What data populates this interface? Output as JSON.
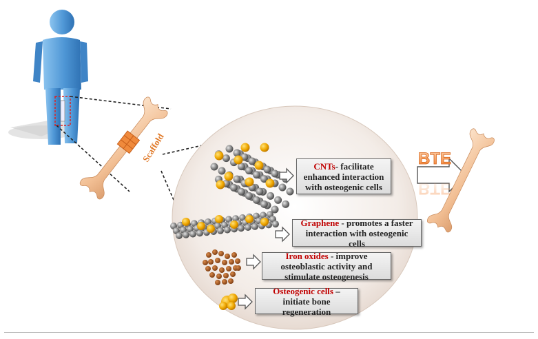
{
  "scaffold_label": "Scaffold",
  "bte_label": "BTE",
  "items": [
    {
      "term": "CNTs",
      "text": "- facilitate enhanced interaction with osteogenic cells"
    },
    {
      "term": "Graphene",
      "text": " - promotes a faster interaction with osteogenic cells"
    },
    {
      "term": "Iron oxides",
      "text": " - improve osteoblastic activity and stimulate osteogenesis"
    },
    {
      "term": "Osteogenic cells",
      "text": " – initiate bone regeneration"
    }
  ],
  "colors": {
    "human": "#5aa0dc",
    "bone": "#f3c49b",
    "term": "#c00000",
    "bte_text": "#f28a3c",
    "nanoparticle": "#e8a200",
    "carbon": "#8a8a8a",
    "iron_oxide": "#a0521b"
  }
}
